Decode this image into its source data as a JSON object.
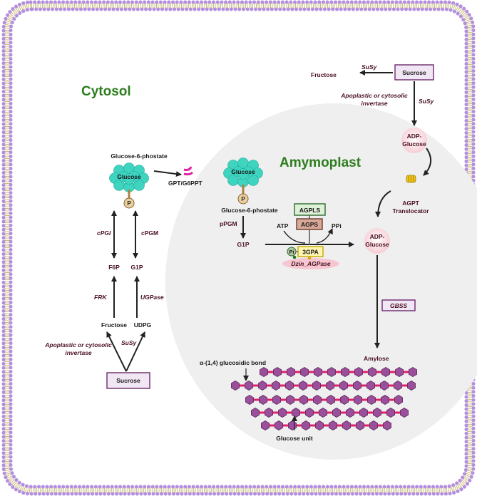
{
  "regions": {
    "cytosol": "Cytosol",
    "amyloplast": "Amymoplast"
  },
  "nodes": {
    "sucrose_top": "Sucrose",
    "sucrose_bottom": "Sucrose",
    "fructose_top": "Fructose",
    "fructose": "Fructose",
    "adp_glucose_line1": "ADP-",
    "adp_glucose_line2": "Glucose",
    "amylose": "Amylose",
    "glucose6p": "Glucose-6-phostate",
    "glucose": "Glucose",
    "p": "P",
    "f6p": "F6P",
    "g1p": "G1P",
    "udpg": "UDPG"
  },
  "enzymes": {
    "susy": "SuSy",
    "invertase_line1": "Apoplastic or cytosolic",
    "invertase_line2": "invertase",
    "gbss": "GBSS",
    "cpgi": "cPGI",
    "cpgm": "cPGM",
    "frk": "FRK",
    "ugpase": "UGPase",
    "ppgm": "pPGM",
    "agpls": "AGPLS",
    "agps": "AGPS",
    "g3pa": "3GPA",
    "dzin_agpase": "Dzin_AGPase"
  },
  "transport": {
    "gpt": "GPT/G6PPT",
    "agpt_line1": "AGPT",
    "agpt_line2": "Translocator"
  },
  "cofactors": {
    "atp": "ATP",
    "ppi": "PPi",
    "pi": "Pi"
  },
  "chains": {
    "bond_label": "α-(1,4) glucosidic bond",
    "unit_label": "Glucose unit"
  },
  "colors": {
    "membrane": "#b48ee0",
    "region_title": "#2e7d1e",
    "plastid_fill": "#efefef",
    "glucose_cluster": "#3fd4c0",
    "chain_unit": "#9b4f9b",
    "chain_bond": "#e0206a"
  }
}
